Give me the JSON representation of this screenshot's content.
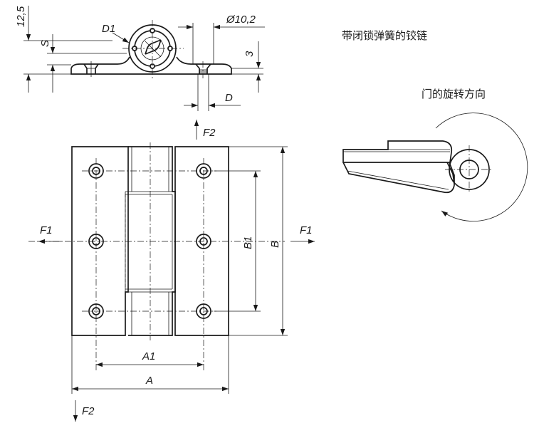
{
  "labels": {
    "title": "带闭锁弹簧的铰链",
    "rotation_note": "门的旋转方向",
    "dim_12_5": "12,5",
    "dim_s": "S",
    "dim_d1": "D1",
    "dim_phi": "Ø10,2",
    "dim_3": "3",
    "dim_d": "D",
    "force_f2_top": "F2",
    "force_f2_bottom": "F2",
    "force_f1_left": "F1",
    "force_f1_right": "F1",
    "dim_b1": "B1",
    "dim_b": "B",
    "dim_a1": "A1",
    "dim_a": "A"
  },
  "colors": {
    "line": "#1a1a1a",
    "background": "#ffffff"
  }
}
